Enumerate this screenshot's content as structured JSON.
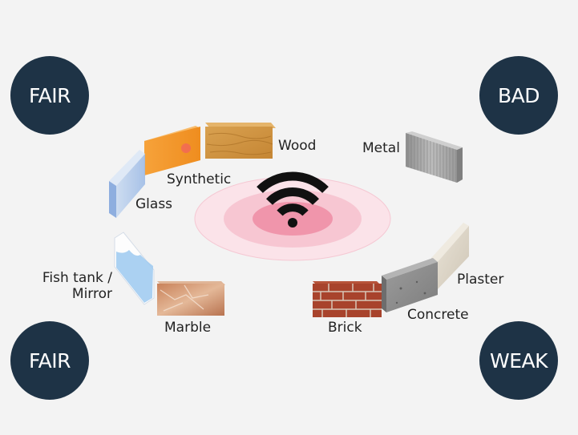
{
  "ratings": {
    "top_left": "FAIR",
    "top_right": "BAD",
    "bottom_left": "FAIR",
    "bottom_right": "WEAK"
  },
  "materials": {
    "wood": "Wood",
    "synthetic": "Synthetic",
    "glass": "Glass",
    "fish_tank_line1": "Fish tank /",
    "fish_tank_line2": "Mirror",
    "marble": "Marble",
    "metal": "Metal",
    "plaster": "Plaster",
    "concrete": "Concrete",
    "brick": "Brick"
  },
  "colors": {
    "badge": "#1e3346",
    "signal_glow": "#f08fa6",
    "wifi_icon": "#111111"
  }
}
